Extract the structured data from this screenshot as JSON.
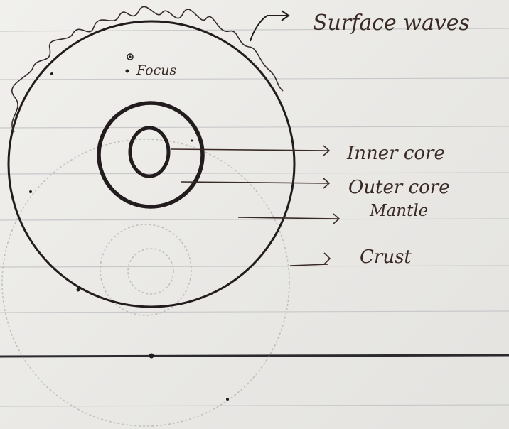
{
  "diagram": {
    "labels": {
      "surface_waves": "Surface waves",
      "focus": "Focus",
      "inner_core": "Inner core",
      "outer_core": "Outer core",
      "mantle": "Mantle",
      "crust": "Crust"
    },
    "colors": {
      "paper": "#ecebe8",
      "rule_line": "#c9c9cc",
      "ink": "#221c1e",
      "label_ink": "#3a2a26",
      "bleed_through": "#b7b5b2"
    }
  }
}
